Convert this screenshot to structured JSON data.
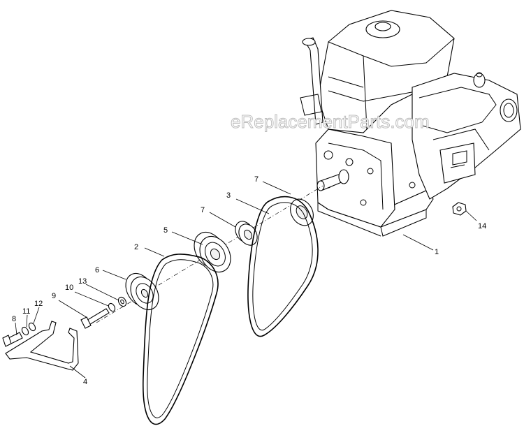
{
  "watermark": "eReplacementParts.com",
  "callouts": [
    "1",
    "2",
    "3",
    "4",
    "5",
    "6",
    "7",
    "7",
    "8",
    "9",
    "10",
    "11",
    "12",
    "13",
    "14"
  ]
}
